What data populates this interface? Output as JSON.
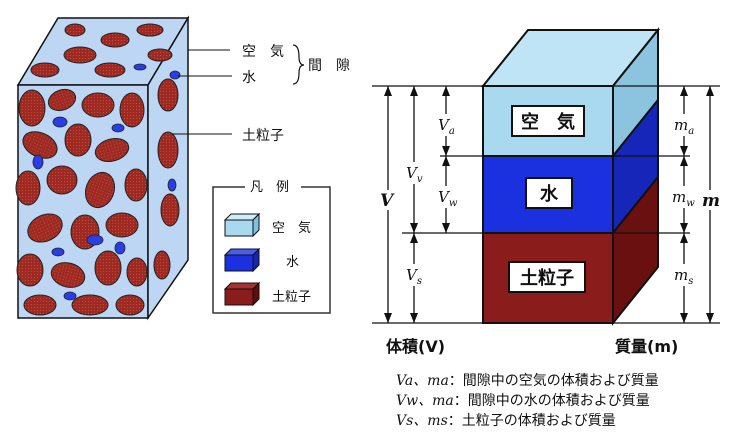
{
  "soil_block": {
    "label_air": "空　気",
    "label_water": "水",
    "label_void": "間　隙",
    "label_soil": "土粒子"
  },
  "legend": {
    "title": "凡　例",
    "items": [
      {
        "label": "空　気",
        "color": "#a9d9ef"
      },
      {
        "label": "水",
        "color": "#1b31e0"
      },
      {
        "label": "土粒子",
        "color": "#8a1c1c"
      }
    ]
  },
  "phase_diagram": {
    "box_air": "空　気",
    "box_water": "水",
    "box_soil": "土粒子",
    "vol_total": "V",
    "vol_air": "V",
    "vol_air_sub": "a",
    "vol_void": "V",
    "vol_void_sub": "v",
    "vol_water": "V",
    "vol_water_sub": "w",
    "vol_soil": "V",
    "vol_soil_sub": "s",
    "mass_total": "m",
    "mass_air": "m",
    "mass_air_sub": "a",
    "mass_water": "m",
    "mass_water_sub": "w",
    "mass_soil": "m",
    "mass_soil_sub": "s",
    "axis_volume": "体積(V)",
    "axis_mass": "質量(m)"
  },
  "notes": [
    {
      "sym": "Va、ma",
      "text": "：間隙中の空気の体積および質量"
    },
    {
      "sym": "Vw、ma",
      "text": "：間隙中の水の体積および質量"
    },
    {
      "sym": "Vs、ms",
      "text": "：土粒子の体積および質量"
    }
  ],
  "colors": {
    "air": "#a9d9ef",
    "air_side": "#8cc4e0",
    "air_top": "#bfe4f5",
    "water": "#1b31e0",
    "water_side": "#1526b8",
    "soil": "#8a1c1c",
    "soil_side": "#6a1010"
  }
}
